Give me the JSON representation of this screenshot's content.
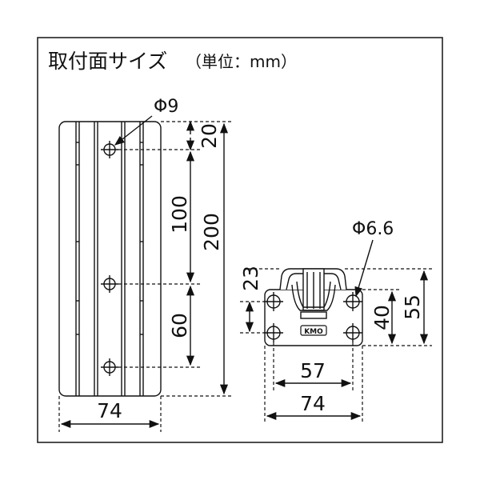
{
  "title": "取付面サイズ",
  "unit_note": "（単位：mm）",
  "left_view": {
    "hole_diameter": "Φ9",
    "dim_top_offset": "20",
    "dim_hole_pitch_upper": "100",
    "dim_total_height": "200",
    "dim_hole_pitch_lower": "60",
    "dim_width": "74"
  },
  "right_view": {
    "hole_diameter": "Φ6.6",
    "dim_left_height": "23",
    "dim_hole_pitch_vertical": "40",
    "dim_total_height": "55",
    "dim_hole_pitch_horizontal": "57",
    "dim_width": "74",
    "brand_plate": "KMO"
  },
  "colors": {
    "line": "#111111",
    "fill_part": "#ffffff",
    "frame": "#222222"
  }
}
